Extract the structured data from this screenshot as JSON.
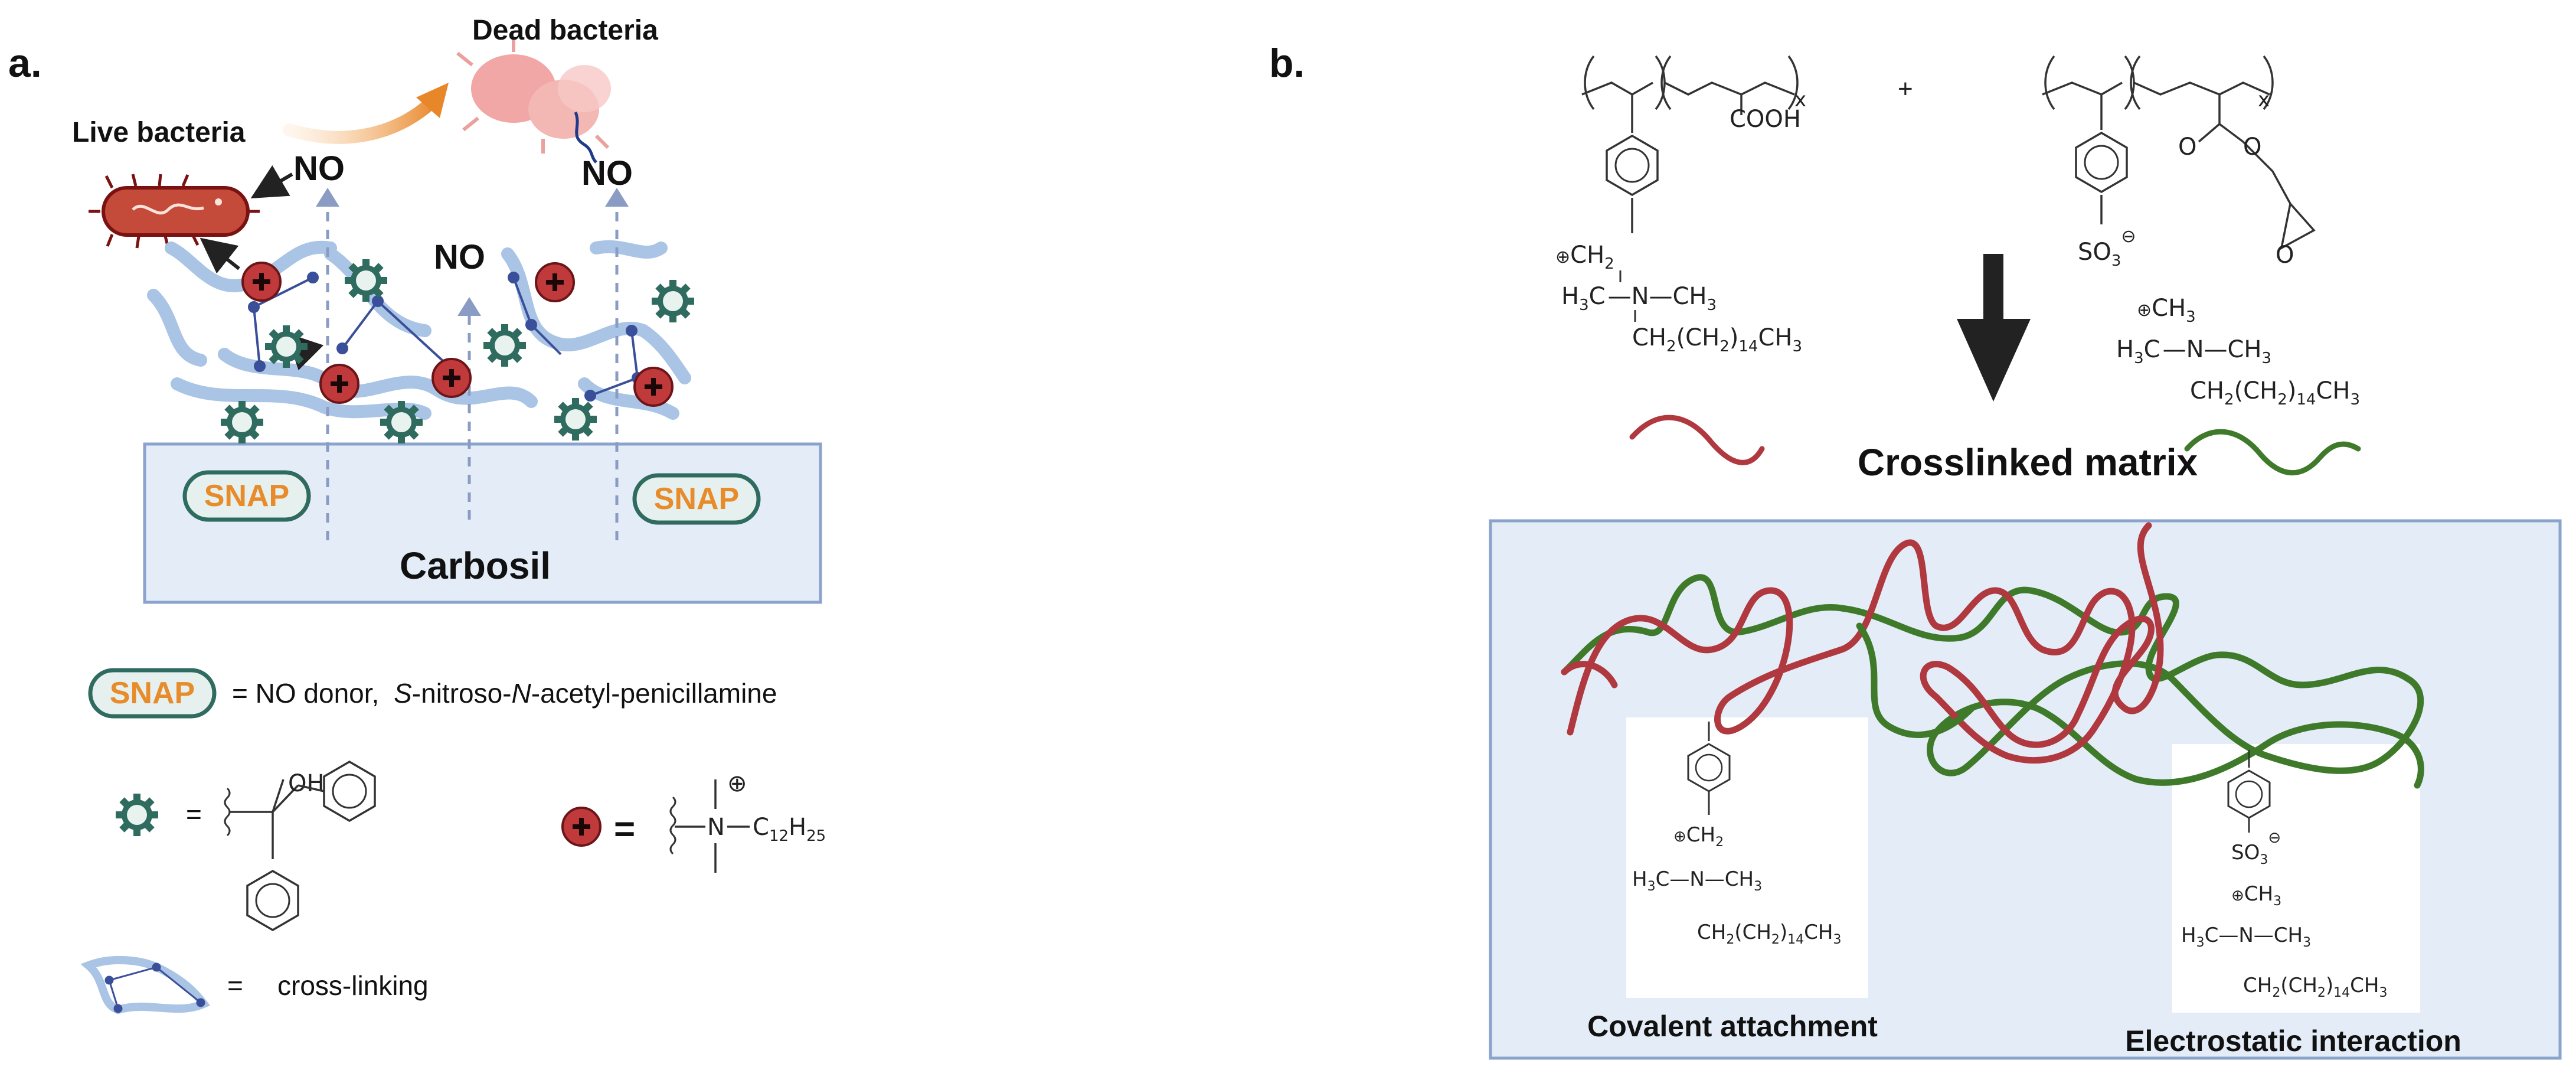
{
  "panel_a": {
    "label": "a.",
    "dead_bacteria": "Dead bacteria",
    "live_bacteria": "Live bacteria",
    "no": "NO",
    "snap": "SNAP",
    "carbosil": "Carbosil",
    "legend": {
      "snap_eq": "=  NO donor,",
      "snap_s": "S",
      "snap_mid": "-nitroso-",
      "snap_n": "N",
      "snap_end": "-acetyl-penicillamine",
      "eq": "=",
      "oh": "OH",
      "n": "N",
      "plus_circ": "⊕",
      "c12h25_c": "C",
      "c12h25_12": "12",
      "c12h25_h": "H",
      "c12h25_25": "25",
      "crosslink_eq": "=",
      "crosslink_label": "cross-linking"
    },
    "colors": {
      "box_fill": "#e3ecf7",
      "box_stroke": "#8aa3cc",
      "polymer": "#a9c4e4",
      "gear": "#2f6b5f",
      "plus": "#c0393b",
      "snap_text": "#e88b2a",
      "snap_border": "#2f6b5f",
      "arrow_orange": "#e8872a"
    }
  },
  "panel_b": {
    "label": "b.",
    "plus": "+",
    "x": "x",
    "cooh": "COOH",
    "ch2": "CH",
    "h3c": "H",
    "n": "N",
    "ch3": "CH",
    "chain": "CH",
    "so3": "SO",
    "crosslinked_matrix": "Crosslinked matrix",
    "covalent": "Covalent attachment",
    "electrostatic": "Electrostatic interaction",
    "colors": {
      "red_chain": "#b0383f",
      "green_chain": "#3f7a2b",
      "box_fill": "#e3ecf7",
      "box_stroke": "#8aa3cc"
    }
  }
}
